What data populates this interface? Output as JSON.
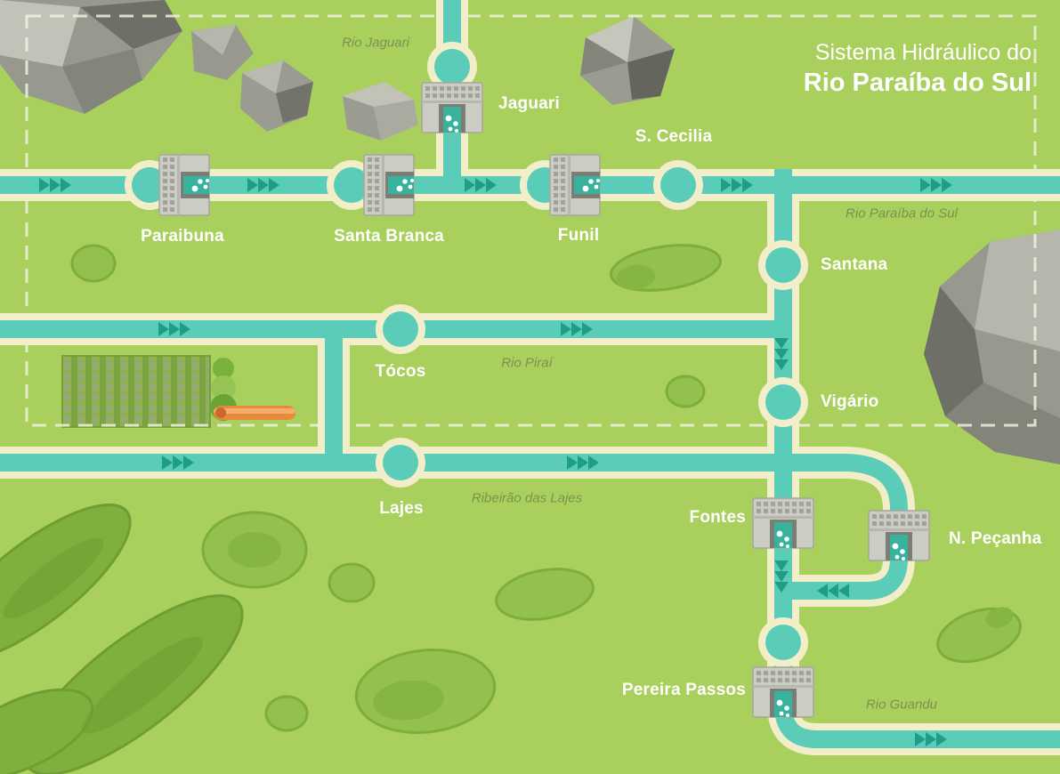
{
  "title": {
    "line1": "Sistema Hidráulico do",
    "line2": "Rio Paraíba do Sul"
  },
  "labels": {
    "stations": {
      "jaguari": "Jaguari",
      "paraibuna": "Paraibuna",
      "santa_branca": "Santa Branca",
      "funil": "Funil",
      "s_cecilia": "S. Cecilia",
      "santana": "Santana",
      "vigario": "Vigário",
      "tocos": "Tócos",
      "lajes": "Lajes",
      "fontes": "Fontes",
      "n_pecanha": "N. Peçanha",
      "pereira_passos": "Pereira Passos"
    },
    "rivers": {
      "rio_jaguari": "Rio Jaguari",
      "rio_paraiba_do_sul": "Rio Paraíba do Sul",
      "rio_pirai": "Rio Piraí",
      "ribeirao_das_lajes": "Ribeirão das Lajes",
      "rio_guandu": "Rio Guandu"
    }
  },
  "colors": {
    "background": "#a9d05c",
    "channel_water": "#5bccb8",
    "channel_border": "#f2eec9",
    "flow_arrow": "#1f9e87",
    "station_label": "#ffffff",
    "river_label": "#7d9053",
    "dashed_border": "#eff0dd",
    "vegetation": "#8cba45",
    "rock": "#97988e",
    "dam_body": "#cbccc4"
  }
}
